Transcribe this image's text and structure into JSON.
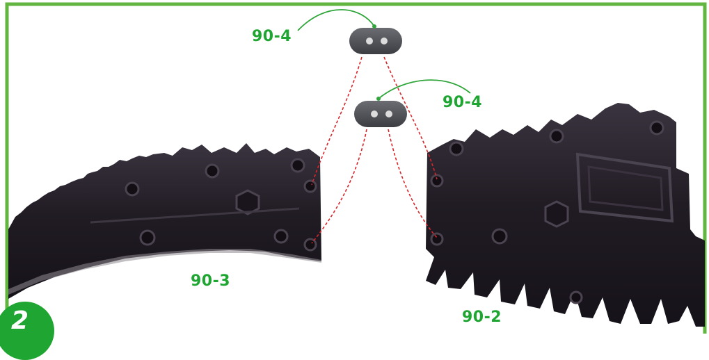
{
  "step": {
    "number": "2"
  },
  "parts": {
    "connector_top": "90-4",
    "connector_bottom": "90-4",
    "tail_left": "90-3",
    "tail_right": "90-2"
  },
  "colors": {
    "frame": "#62b53f",
    "label": "#1fa531",
    "leader": "#2fa53a",
    "guide": "#d8262b",
    "part_dark": "#241f26",
    "connector": "#4a4b51"
  }
}
